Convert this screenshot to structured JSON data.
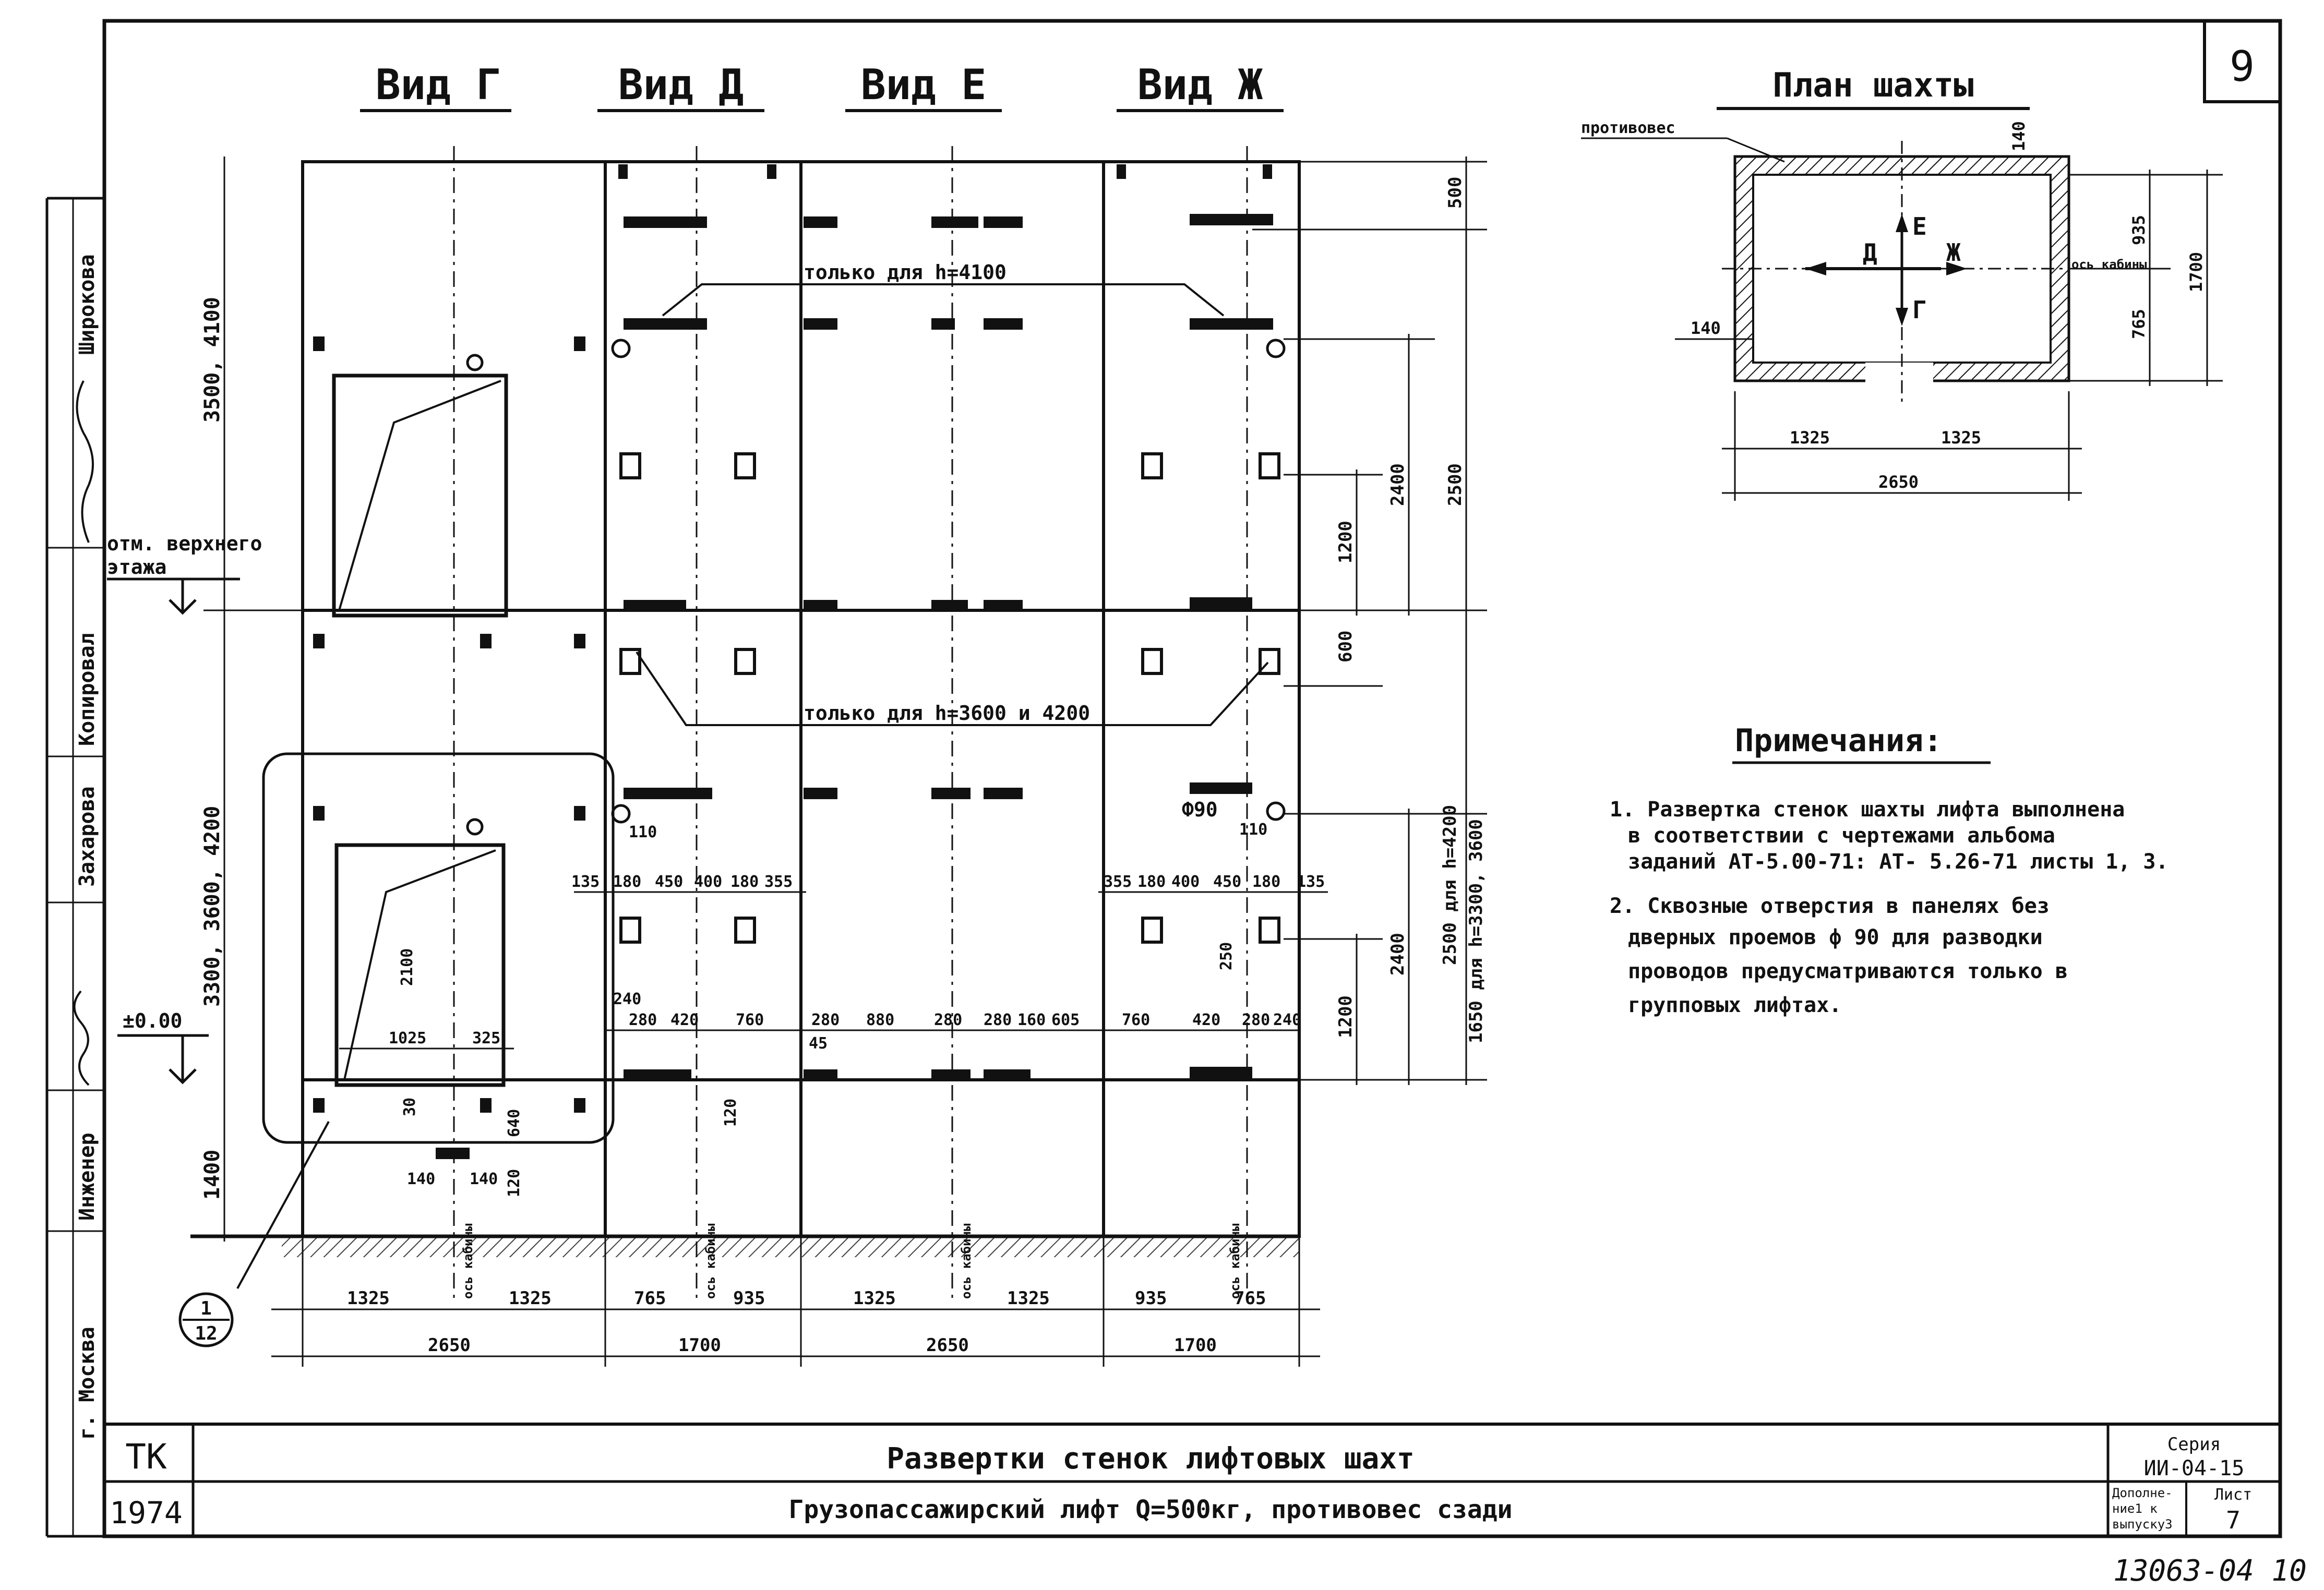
{
  "sheet": {
    "number": "9",
    "views": [
      "Вид Г",
      "Вид Д",
      "Вид Е",
      "Вид Ж"
    ],
    "shaft_plan_title": "План шахты",
    "notes_title": "Примечания:",
    "notes": [
      "1. Развертка стенок шахты лифта выполнена",
      "в соответствии с чертежами альбома",
      "заданий АТ-5.00-71: АТ- 5.26-71 листы 1, 3.",
      "2. Сквозные отверстия в панелях без",
      "дверных проемов ф 90 для разводки",
      "проводов предусматриваются только в",
      "групповых лифтах."
    ]
  },
  "left_margin": {
    "city": "г. Москва",
    "roles": [
      "Инженер",
      "Копировал"
    ],
    "names": [
      "Захарова",
      "Широкова"
    ]
  },
  "title_block": {
    "org": "ТК",
    "year": "1974",
    "title": "Развертки стенок лифтовых шахт",
    "subtitle": "Грузопассажирский лифт Q=500кг, противовес сзади",
    "series_label": "Серия",
    "series": "ИИ-04-15",
    "addition": [
      "Дополне-",
      "ние1 к",
      "выпуску3"
    ],
    "sheet_label": "Лист",
    "sheet_no": "7",
    "stamp": "13063-04 10"
  },
  "annotations": {
    "counterweight": "противовес",
    "only_4100": "только для h=4100",
    "only_3600_4200": "только для h=3600 и 4200",
    "top_floor": [
      "отм. верхнего",
      "этажа"
    ],
    "zero": "±0.00",
    "cabin_axis": "ось кабины",
    "phi90": "Ф90",
    "callout_top": "1",
    "callout_bottom": "12"
  },
  "dims": {
    "left_vert": [
      "3500, 4100",
      "3300, 3600, 4200",
      "1400"
    ],
    "right_vert": [
      "500",
      "2400",
      "2500",
      "1200",
      "600",
      "2400",
      "1200",
      "2500 для h=4200",
      "1650 для h=3300, 3600"
    ],
    "door": [
      "2100",
      "1025",
      "325",
      "30",
      "640",
      "140",
      "140",
      "120"
    ],
    "row_d": [
      "135",
      "180",
      "450",
      "400",
      "180",
      "355"
    ],
    "row_zh": [
      "355",
      "180",
      "400",
      "450",
      "180",
      "135"
    ],
    "row_bottom": [
      "240",
      "280",
      "420",
      "760",
      "280",
      "880",
      "280",
      "280",
      "160",
      "605",
      "760",
      "420",
      "280",
      "240"
    ],
    "misc": [
      "45",
      "120",
      "110",
      "110",
      "250"
    ],
    "bottom_row1": [
      "1325",
      "1325",
      "765",
      "935",
      "1325",
      "1325",
      "935",
      "765"
    ],
    "bottom_row2": [
      "2650",
      "1700",
      "2650",
      "1700"
    ],
    "plan": [
      "140",
      "935",
      "1700",
      "765",
      "140",
      "1325",
      "1325",
      "2650"
    ],
    "plan_letters": [
      "Д",
      "Е",
      "Ж",
      "Г"
    ]
  }
}
